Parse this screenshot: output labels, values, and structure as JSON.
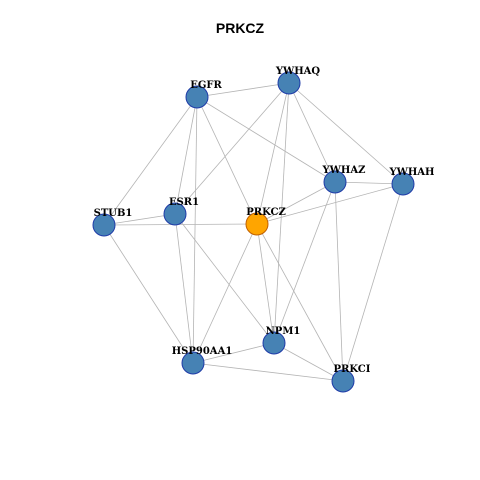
{
  "title": "PRKCZ",
  "colors": {
    "node_fill": "#4682b4",
    "node_stroke": "#1f3ba8",
    "focus_fill": "#ffa500",
    "focus_stroke": "#c06000",
    "edge": "#b4b4b4"
  },
  "nodes": [
    {
      "id": "EGFR",
      "label": "EGFR",
      "focus": false
    },
    {
      "id": "YWHAQ",
      "label": "YWHAQ",
      "focus": false
    },
    {
      "id": "YWHAZ",
      "label": "YWHAZ",
      "focus": false
    },
    {
      "id": "YWHAH",
      "label": "YWHAH",
      "focus": false
    },
    {
      "id": "STUB1",
      "label": "STUB1",
      "focus": false
    },
    {
      "id": "ESR1",
      "label": "ESR1",
      "focus": false
    },
    {
      "id": "PRKCZ",
      "label": "PRKCZ",
      "focus": true
    },
    {
      "id": "NPM1",
      "label": "NPM1",
      "focus": false
    },
    {
      "id": "HSP90AA1",
      "label": "HSP90AA1",
      "focus": false
    },
    {
      "id": "PRKCI",
      "label": "PRKCI",
      "focus": false
    }
  ],
  "edges": [
    [
      "EGFR",
      "YWHAQ"
    ],
    [
      "EGFR",
      "YWHAZ"
    ],
    [
      "EGFR",
      "STUB1"
    ],
    [
      "EGFR",
      "ESR1"
    ],
    [
      "EGFR",
      "PRKCZ"
    ],
    [
      "EGFR",
      "HSP90AA1"
    ],
    [
      "YWHAQ",
      "YWHAZ"
    ],
    [
      "YWHAQ",
      "YWHAH"
    ],
    [
      "YWHAQ",
      "ESR1"
    ],
    [
      "YWHAQ",
      "PRKCZ"
    ],
    [
      "YWHAQ",
      "NPM1"
    ],
    [
      "YWHAZ",
      "YWHAH"
    ],
    [
      "YWHAZ",
      "PRKCZ"
    ],
    [
      "YWHAZ",
      "NPM1"
    ],
    [
      "YWHAZ",
      "PRKCI"
    ],
    [
      "YWHAH",
      "PRKCZ"
    ],
    [
      "YWHAH",
      "PRKCI"
    ],
    [
      "STUB1",
      "ESR1"
    ],
    [
      "STUB1",
      "PRKCZ"
    ],
    [
      "STUB1",
      "HSP90AA1"
    ],
    [
      "ESR1",
      "HSP90AA1"
    ],
    [
      "ESR1",
      "NPM1"
    ],
    [
      "PRKCZ",
      "HSP90AA1"
    ],
    [
      "PRKCZ",
      "NPM1"
    ],
    [
      "PRKCZ",
      "PRKCI"
    ],
    [
      "NPM1",
      "HSP90AA1"
    ],
    [
      "NPM1",
      "PRKCI"
    ],
    [
      "HSP90AA1",
      "PRKCI"
    ]
  ]
}
